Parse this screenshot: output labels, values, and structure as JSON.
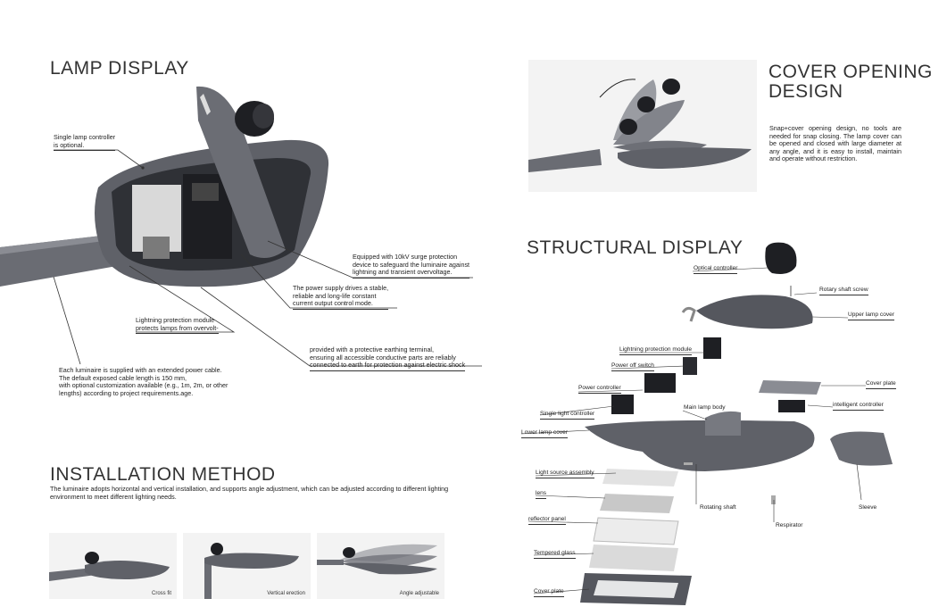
{
  "lamp_display": {
    "title": "LAMP DISPLAY",
    "callouts": {
      "single_controller": "Single lamp controller\nis optional.",
      "surge": "Equipped with 10kV surge protection\ndevice to safeguard the luminaire against\nlightning and transient overvoltage.",
      "power_supply": "The power supply drives a stable,\nreliable and long-life constant\ncurrent output control mode.",
      "lightning_module": "Lightning protection module\nprotects lamps from overvolt-",
      "earthing": "provided with a protective earthing terminal,\nensuring all accessible conductive parts are reliably\nconnected to earth for protection against electric shock",
      "cable": "Each luminaire is supplied with an extended power cable.\nThe default exposed cable length is 150 mm,\nwith optional customization available (e.g., 1m, 2m, or other\nlengths) according to project requirements.age."
    }
  },
  "installation": {
    "title": "INSTALLATION METHOD",
    "description": "The luminaire adopts horizontal and vertical installation, and supports angle adjustment, which can be adjusted according to different lighting environment to meet different lighting needs.",
    "photos": [
      {
        "caption": "Cross fit"
      },
      {
        "caption": "Vertical erection"
      },
      {
        "caption": "Angle adjustable"
      }
    ]
  },
  "cover_opening": {
    "title_line1": "COVER OPENING",
    "title_line2": "DESIGN",
    "description": "Snap+cover opening design, no tools are needed for snap closing. The lamp cover can be opened and closed with large diameter at any angle, and it is easy to install, maintain and operate without restriction."
  },
  "structural": {
    "title": "STRUCTURAL DISPLAY",
    "labels": {
      "optical_controller": "Optical controller",
      "rotary_shaft_screw": "Rotary shaft screw",
      "upper_lamp_cover": "Upper lamp cover",
      "lightning_module": "Lightning protection module",
      "power_off_switch": "Power off switch",
      "power_controller": "Power controller",
      "cover_plate_top": "Cover plate",
      "intelligent_controller": "intelligent controller",
      "main_lamp_body": "Main lamp body",
      "single_light_controller": "Single light controller",
      "lower_lamp_cover": "Lower lamp cover",
      "light_source_assembly": "Light source assembly",
      "lens": "lens",
      "rotating_shaft": "Rotating shaft",
      "sleeve": "Sleeve",
      "respirator": "Respirator",
      "reflector_panel": "reflector panel",
      "tempered_glass": "Tempered glass",
      "cover_plate_bottom": "Cover plate"
    }
  },
  "colors": {
    "lamp_body": "#5f6168",
    "lamp_dark": "#3c3e44",
    "text": "#222222"
  }
}
